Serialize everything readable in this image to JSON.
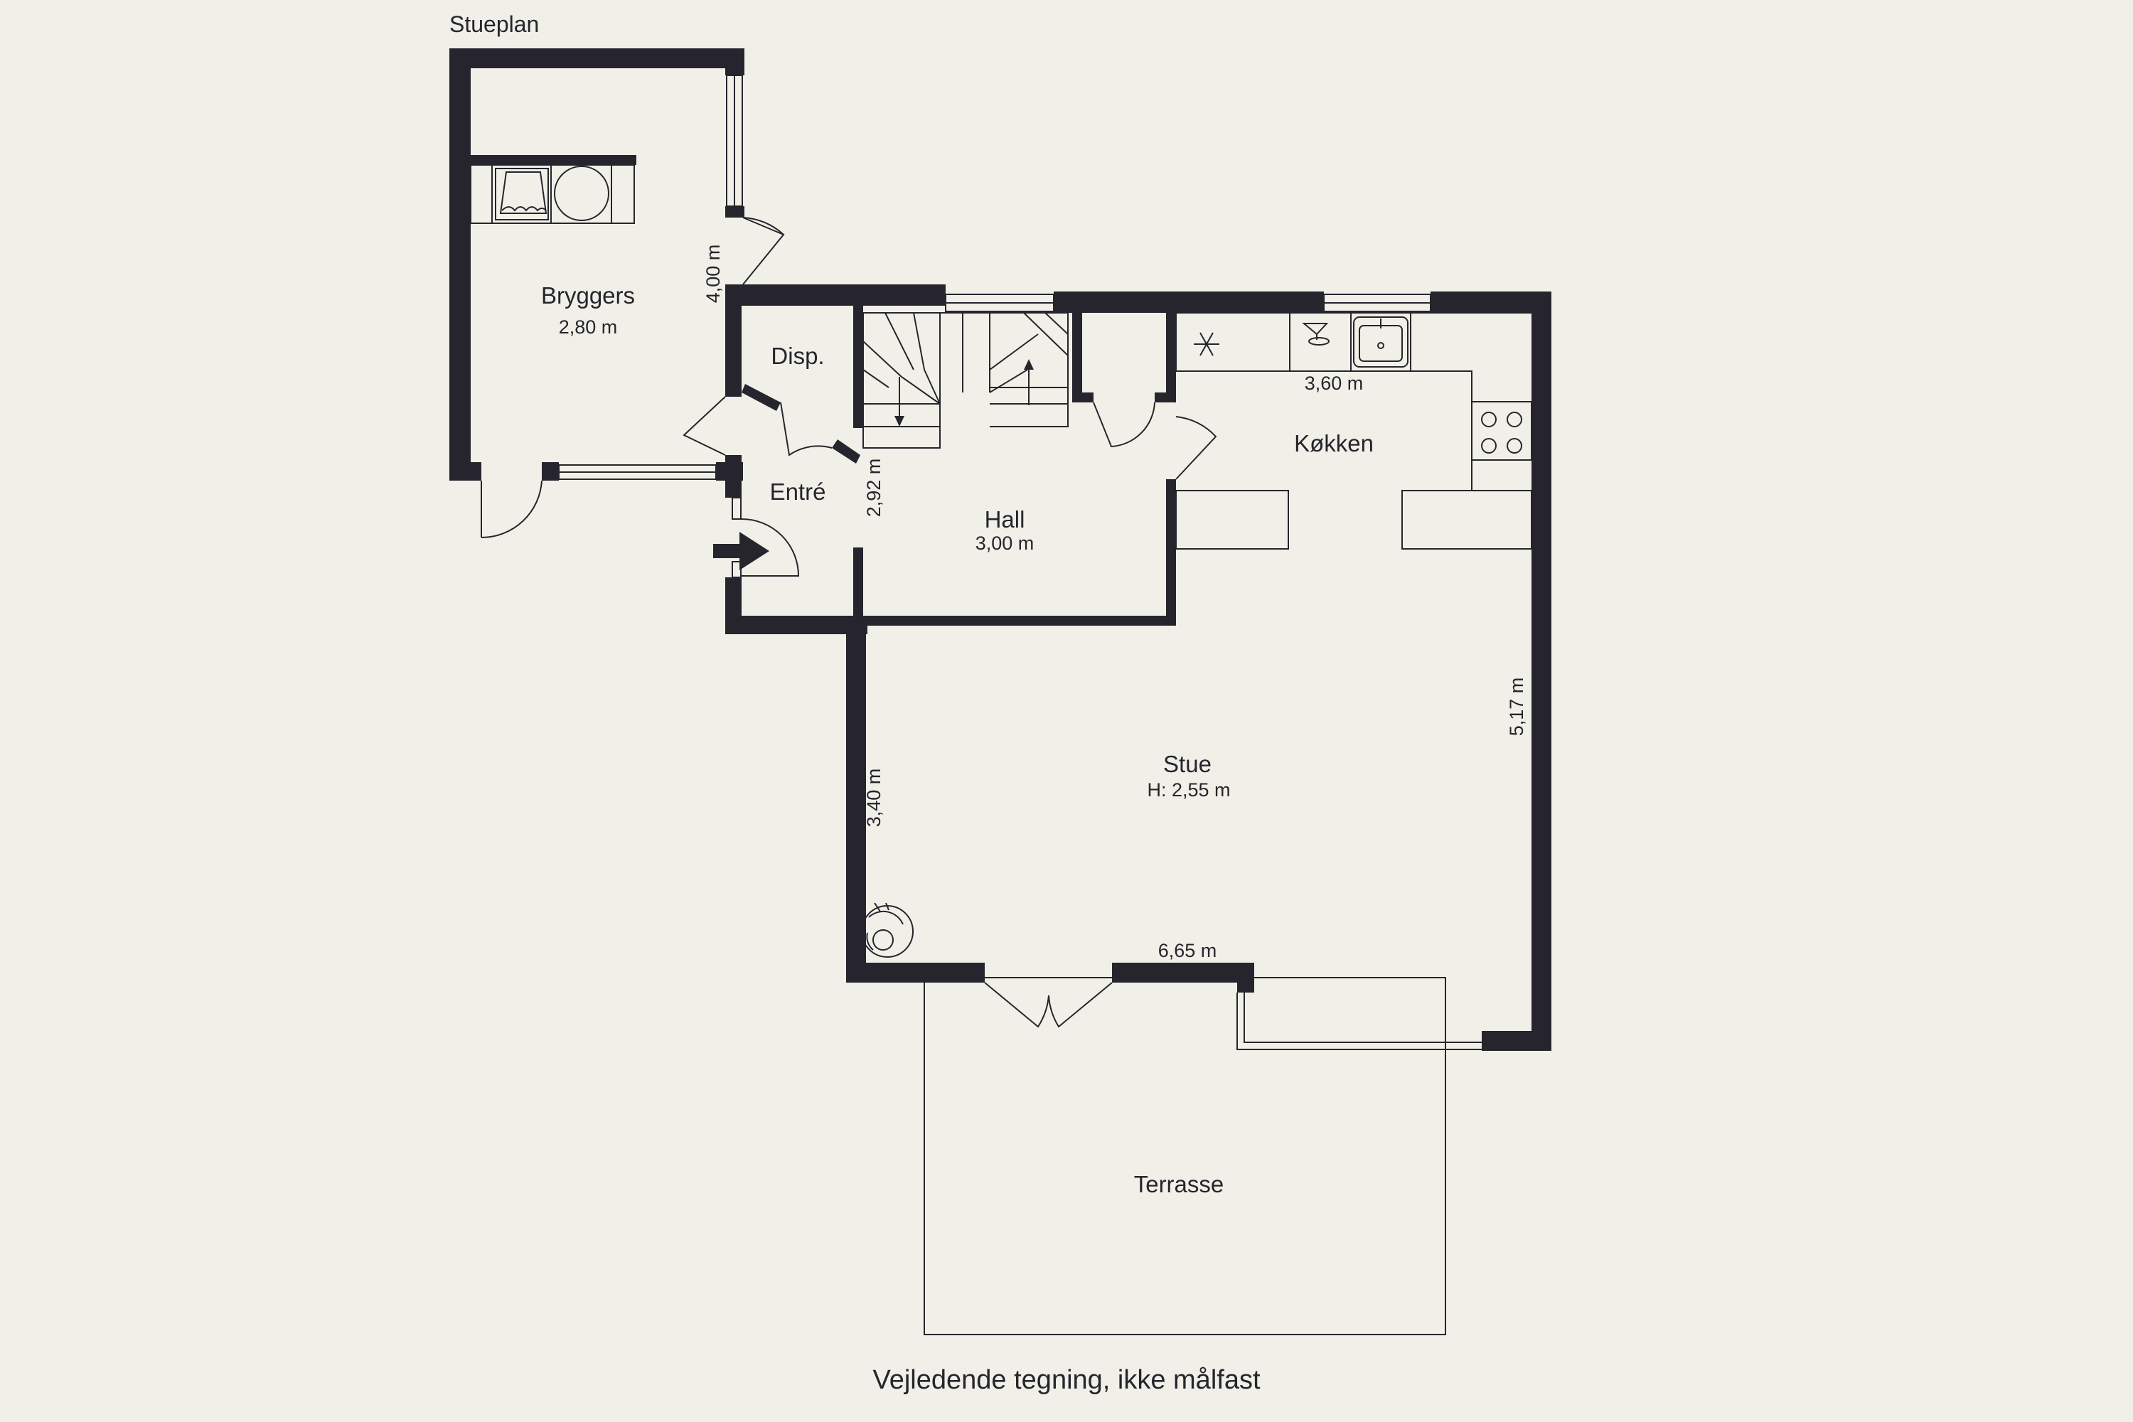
{
  "plan": {
    "title": "Stueplan",
    "footer": "Vejledende tegning, ikke målfast",
    "rooms": {
      "bryggers": {
        "name": "Bryggers",
        "dim": "2,80 m",
        "side_dim": "4,00 m"
      },
      "disp": {
        "name": "Disp."
      },
      "entre": {
        "name": "Entré"
      },
      "hall": {
        "name": "Hall",
        "dim": "3,00 m",
        "side_dim": "2,92 m"
      },
      "kokken": {
        "name": "Køkken",
        "dim": "3,60 m"
      },
      "stue": {
        "name": "Stue",
        "height": "H: 2,55 m",
        "left_dim": "3,40 m",
        "right_dim": "5,17 m",
        "bottom_dim": "6,65 m"
      },
      "terrasse": {
        "name": "Terrasse"
      }
    },
    "colors": {
      "background": "#f1f0e8",
      "wall": "#26252d"
    },
    "icons": [
      "entrance-arrow-icon",
      "washing-machine-icon",
      "dryer-icon",
      "fridge-icon",
      "sink-icon",
      "faucet-icon",
      "stove-icon",
      "wood-stove-icon",
      "staircase-up-arrow-icon",
      "staircase-down-arrow-icon"
    ]
  }
}
